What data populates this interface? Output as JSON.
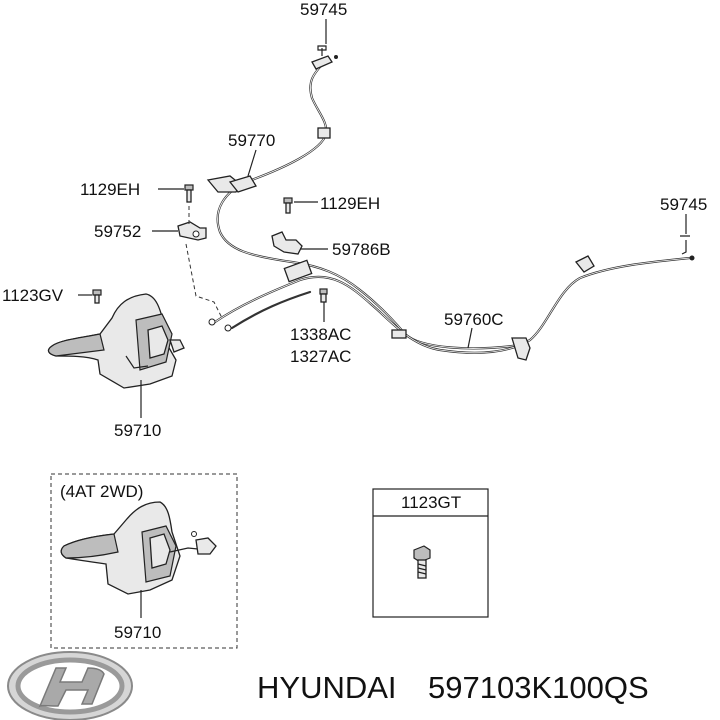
{
  "labels": {
    "top_59745": "59745",
    "cable_59770": "59770",
    "bolt_1129EH_left": "1129EH",
    "bracket_59752": "59752",
    "bolt_1129EH_right": "1129EH",
    "clip_59786B": "59786B",
    "right_59745": "59745",
    "bolt_1123GV": "1123GV",
    "cable_59760C": "59760C",
    "bolt_1338AC": "1338AC",
    "bolt_1327AC": "1327AC",
    "lever_59710_upper": "59710",
    "variant_title": "(4AT 2WD)",
    "lever_59710_lower": "59710",
    "box_1123GT": "1123GT"
  },
  "footer": {
    "brand": "HYUNDAI",
    "part_number": "597103K100QS"
  },
  "colors": {
    "line": "#222222",
    "part_fill": "#e9e9e9",
    "part_shade": "#bdbdbd",
    "logo_silver": "#b8b8b8"
  }
}
